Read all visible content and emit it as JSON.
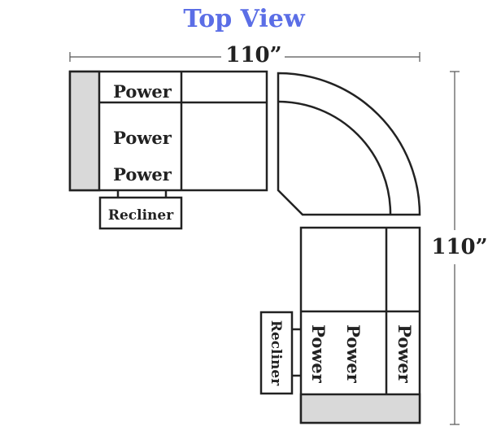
{
  "title": "Top View",
  "dimensions": {
    "width": "110”",
    "depth": "110”"
  },
  "labels": {
    "left_power_1": "Power",
    "left_power_2": "Power",
    "left_power_3": "Power",
    "left_recliner": "Recliner",
    "bottom_power_1": "Power",
    "bottom_power_2": "Power",
    "bottom_power_3": "Power",
    "bottom_recliner": "Recliner"
  },
  "colors": {
    "title": "#5b6ee6",
    "text": "#222222",
    "arm_fill": "#d9d9d9",
    "outline": "#222222",
    "dimension_line": "#555555"
  }
}
